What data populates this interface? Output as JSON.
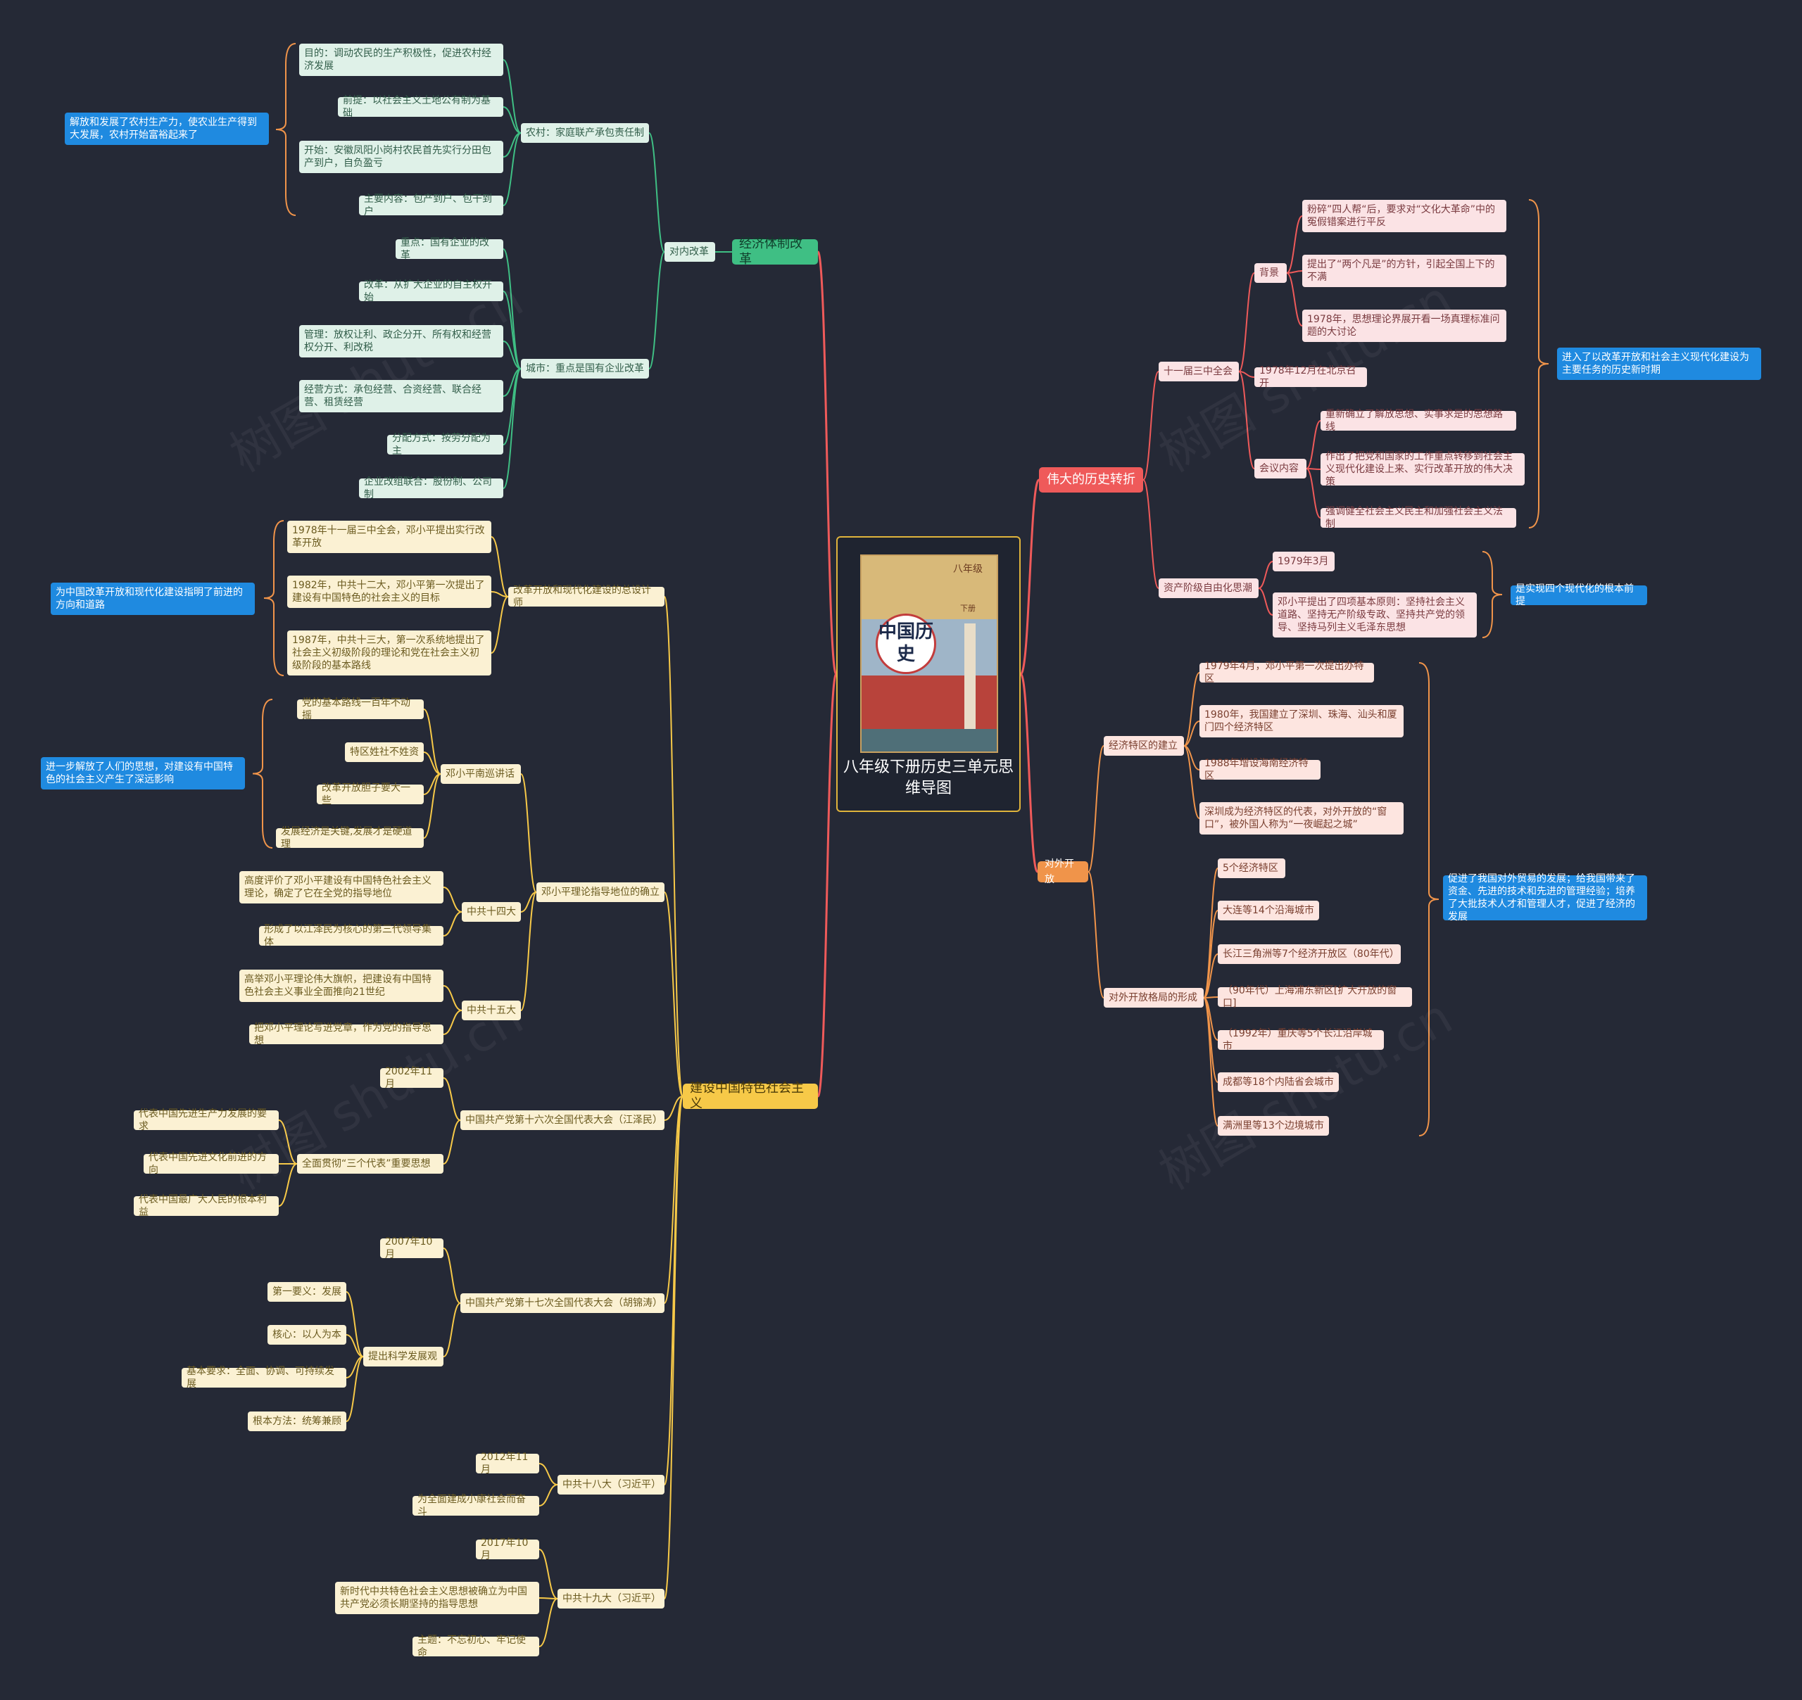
{
  "title": "八年级下册历史三单元思维导图",
  "cover": {
    "grade": "八年级",
    "volume": "下册",
    "subject": "中国历史"
  },
  "watermark": "树图 shutu.cn",
  "branches": {
    "economic": {
      "label": "经济体制改革",
      "domestic": "对内改革",
      "rural": {
        "label": "农村：家庭联产承包责任制",
        "items": [
          "目的：调动农民的生产积极性，促进农村经济发展",
          "前提：以社会主义土地公有制为基础",
          "开始：安徽凤阳小岗村农民首先实行分田包产到户，自负盈亏",
          "主要内容：包产到户、包干到户"
        ],
        "note": "解放和发展了农村生产力，使农业生产得到大发展，农村开始富裕起来了"
      },
      "urban": {
        "label": "城市：重点是国有企业改革",
        "items": [
          "重点：国有企业的改革",
          "改革：从扩大企业的自主权开始",
          "管理：放权让利、政企分开、所有权和经营权分开、利改税",
          "经营方式：承包经营、合资经营、联合经营、租赁经营",
          "分配方式：按劳分配为主",
          "企业改组联合：股份制、公司制"
        ]
      }
    },
    "socialism": {
      "label": "建设中国特色社会主义",
      "architect": {
        "label": "改革开放和现代化建设的总设计师",
        "items": [
          "1978年十一届三中全会，邓小平提出实行改革开放",
          "1982年，中共十二大，邓小平第一次提出了建设有中国特色的社会主义的目标",
          "1987年，中共十三大，第一次系统地提出了社会主义初级阶段的理论和党在社会主义初级阶段的基本路线"
        ],
        "note": "为中国改革开放和现代化建设指明了前进的方向和道路"
      },
      "deng": {
        "label": "邓小平理论指导地位的确立",
        "south": {
          "label": "邓小平南巡讲话",
          "items": [
            "党的基本路线一百年不动摇",
            "特区姓社不姓资",
            "改革开放胆子要大一些",
            "发展经济是关键,发展才是硬道理"
          ],
          "note": "进一步解放了人们的思想，对建设有中国特色的社会主义产生了深远影响"
        },
        "c14": {
          "label": "中共十四大",
          "items": [
            "高度评价了邓小平建设有中国特色社会主义理论，确定了它在全党的指导地位",
            "形成了以江泽民为核心的第三代领导集体"
          ]
        },
        "c15": {
          "label": "中共十五大",
          "items": [
            "高举邓小平理论伟大旗帜，把建设有中国特色社会主义事业全面推向21世纪",
            "把邓小平理论写进党章，作为党的指导思想"
          ]
        }
      },
      "c16": {
        "label": "中国共产党第十六次全国代表大会（江泽民）",
        "date": "2002年11月",
        "three": {
          "label": "全面贯彻“三个代表”重要思想",
          "items": [
            "代表中国先进生产力发展的要求",
            "代表中国先进文化前进的方向",
            "代表中国最广大人民的根本利益"
          ]
        }
      },
      "c17": {
        "label": "中国共产党第十七次全国代表大会（胡锦涛）",
        "date": "2007年10月",
        "sci": {
          "label": "提出科学发展观",
          "items": [
            "第一要义：发展",
            "核心：以人为本",
            "基本要求：全面、协调、可持续发展",
            "根本方法：统筹兼顾"
          ]
        }
      },
      "c18": {
        "label": "中共十八大（习近平）",
        "items": [
          "2012年11月",
          "为全面建成小康社会而奋斗"
        ]
      },
      "c19": {
        "label": "中共十九大（习近平）",
        "items": [
          "2017年10月",
          "新时代中共特色社会主义思想被确立为中国共产党必须长期坚持的指导思想",
          "主题：不忘初心、牢记使命"
        ]
      }
    },
    "turn": {
      "label": "伟大的历史转折",
      "plenum": {
        "label": "十一届三中全会",
        "bg": {
          "label": "背景",
          "items": [
            "粉碎”四人帮“后，要求对“文化大革命”中的冤假错案进行平反",
            "提出了“两个凡是”的方针，引起全国上下的不满",
            "1978年，思想理论界展开看一场真理标准问题的大讨论"
          ]
        },
        "time": "1978年12月在北京召开",
        "content": {
          "label": "会议内容",
          "items": [
            "重新确立了解放思想、实事求是的思想路线",
            "作出了把党和国家的工作重点转移到社会主义现代化建设上来、实行改革开放的伟大决策",
            "强调健全社会主义民主和加强社会主义法制"
          ]
        },
        "note": "进入了以改革开放和社会主义现代化建设为主要任务的历史新时期"
      },
      "anti": {
        "label": "资产阶级自由化思潮",
        "items": [
          "1979年3月",
          "邓小平提出了四项基本原则：坚持社会主义道路、坚持无产阶级专政、坚持共产党的领导、坚持马列主义毛泽东思想"
        ],
        "note": "是实现四个现代化的根本前提"
      }
    },
    "open": {
      "label": "对外开放",
      "sez": {
        "label": "经济特区的建立",
        "items": [
          "1979年4月，邓小平第一次提出办特区",
          "1980年，我国建立了深圳、珠海、汕头和厦门四个经济特区",
          "1988年增设海南经济特区",
          "深圳成为经济特区的代表，对外开放的“窗口”，被外国人称为“一夜崛起之城”"
        ]
      },
      "pattern": {
        "label": "对外开放格局的形成",
        "items": [
          "5个经济特区",
          "大连等14个沿海城市",
          "长江三角洲等7个经济开放区（80年代）",
          "（90年代）上海浦东新区[扩大开放的窗口]",
          "（1992年）重庆等5个长江沿岸城市",
          "成都等18个内陆省会城市",
          "满洲里等13个边境城市"
        ]
      },
      "note": "促进了我国对外贸易的发展；给我国带来了资金、先进的技术和先进的管理经验；培养了大批技术人才和管理人才，促进了经济的发展"
    }
  },
  "colors": {
    "economic": "#3fbf84",
    "socialism": "#f7c948",
    "turn": "#ef5a5a",
    "open": "#f0944a",
    "note": "#1f8ae0",
    "main_line": "#ef5a5a"
  }
}
